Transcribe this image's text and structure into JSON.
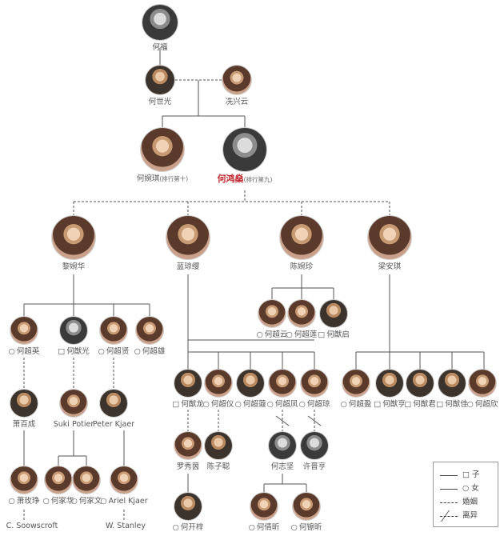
{
  "people": {
    "he_fu": {
      "name": "何福"
    },
    "he_shiguang": {
      "name": "何世光"
    },
    "xian_xingyun": {
      "name": "冼兴云"
    },
    "he_wanqi": {
      "name": "何婉琪",
      "rank": "(排行第十)"
    },
    "he_hongshen": {
      "name": "何鸿燊",
      "rank": "(排行第九)"
    },
    "li_wanhua": {
      "name": "黎婉华"
    },
    "lan_qiongying": {
      "name": "蓝琼缨"
    },
    "chen_wanzhen": {
      "name": "陈婉珍"
    },
    "liang_anqi": {
      "name": "梁安琪"
    },
    "he_chaoyun": {
      "mark": "○",
      "name": "何超云"
    },
    "he_chaolian": {
      "mark": "○",
      "name": "何超莲"
    },
    "he_xianqi": {
      "mark": "□",
      "name": "何猷启"
    },
    "he_chaoying": {
      "mark": "○",
      "name": "何超英"
    },
    "he_xianguang": {
      "mark": "□",
      "name": "何猷光"
    },
    "he_chaoxian": {
      "mark": "○",
      "name": "何超贤"
    },
    "he_chaoxiong": {
      "mark": "○",
      "name": "何超雄"
    },
    "xiao_baicheng": {
      "name": "萧百成"
    },
    "suki_potier": {
      "name": "Suki Potier"
    },
    "peter_kjaer": {
      "name": "Peter Kjaer"
    },
    "xiao_meizheng": {
      "mark": "○",
      "name": "萧玫琤"
    },
    "he_jiahua": {
      "mark": "○",
      "name": "何家华"
    },
    "he_jiawen": {
      "mark": "○",
      "name": "何家文"
    },
    "ariel_kjaer": {
      "mark": "○",
      "name": "Ariel Kjaer"
    },
    "c_soowscroft": {
      "name": "C. Soowscroft"
    },
    "w_stanley": {
      "name": "W. Stanley"
    },
    "he_xianlong": {
      "mark": "□",
      "name": "何猷龙"
    },
    "he_chaoyi": {
      "mark": "○",
      "name": "何超仪"
    },
    "he_chaorui": {
      "mark": "○",
      "name": "何超蕸"
    },
    "he_chaofeng": {
      "mark": "○",
      "name": "何超凤"
    },
    "he_chaoqiong": {
      "mark": "○",
      "name": "何超琼"
    },
    "luo_xiuyin": {
      "name": "罗秀茵"
    },
    "chen_zicong": {
      "name": "陈子聪"
    },
    "he_zhijian": {
      "name": "何志坚"
    },
    "xu_jinheng": {
      "name": "许晋亨"
    },
    "he_kaizi": {
      "mark": "○",
      "name": "何开梓"
    },
    "he_qianxin": {
      "mark": "○",
      "name": "何倩昕"
    },
    "he_tingxin": {
      "mark": "○",
      "name": "何镲昕"
    },
    "he_chaoying2": {
      "mark": "○",
      "name": "何超盈"
    },
    "he_xianheng": {
      "mark": "□",
      "name": "何猷亨"
    },
    "he_xianjun": {
      "mark": "□",
      "name": "何猷君"
    },
    "he_xianjia": {
      "mark": "□",
      "name": "何猷佳"
    },
    "he_chaoxin": {
      "mark": "○",
      "name": "何超欣"
    }
  },
  "legend": {
    "son": "□ 子",
    "daughter": "○ 女",
    "marriage": "婚姻",
    "divorce": "离异"
  }
}
